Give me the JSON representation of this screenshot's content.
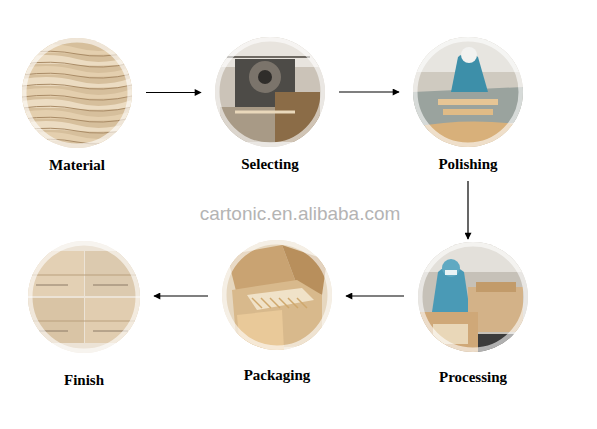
{
  "diagram": {
    "nodes": [
      {
        "text": [
          "Material"
        ]
      },
      {
        "text": [
          "Selecting"
        ]
      },
      {
        "text": [
          "Polishing"
        ]
      },
      {
        "text": [
          "Processing"
        ]
      },
      {
        "text": [
          "Packaging"
        ]
      },
      {
        "text": [
          "Finish"
        ]
      }
    ],
    "edges": [
      {
        "from": 0,
        "to": 1,
        "arrow": "to"
      },
      {
        "from": 1,
        "to": 2,
        "arrow": "to"
      },
      {
        "from": 2,
        "to": 3,
        "arrow": "to"
      },
      {
        "from": 3,
        "to": 4,
        "arrow": "to"
      },
      {
        "from": 4,
        "to": 5,
        "arrow": "to"
      }
    ],
    "labels": [
      "cartonic.en.alibaba.com"
    ]
  }
}
